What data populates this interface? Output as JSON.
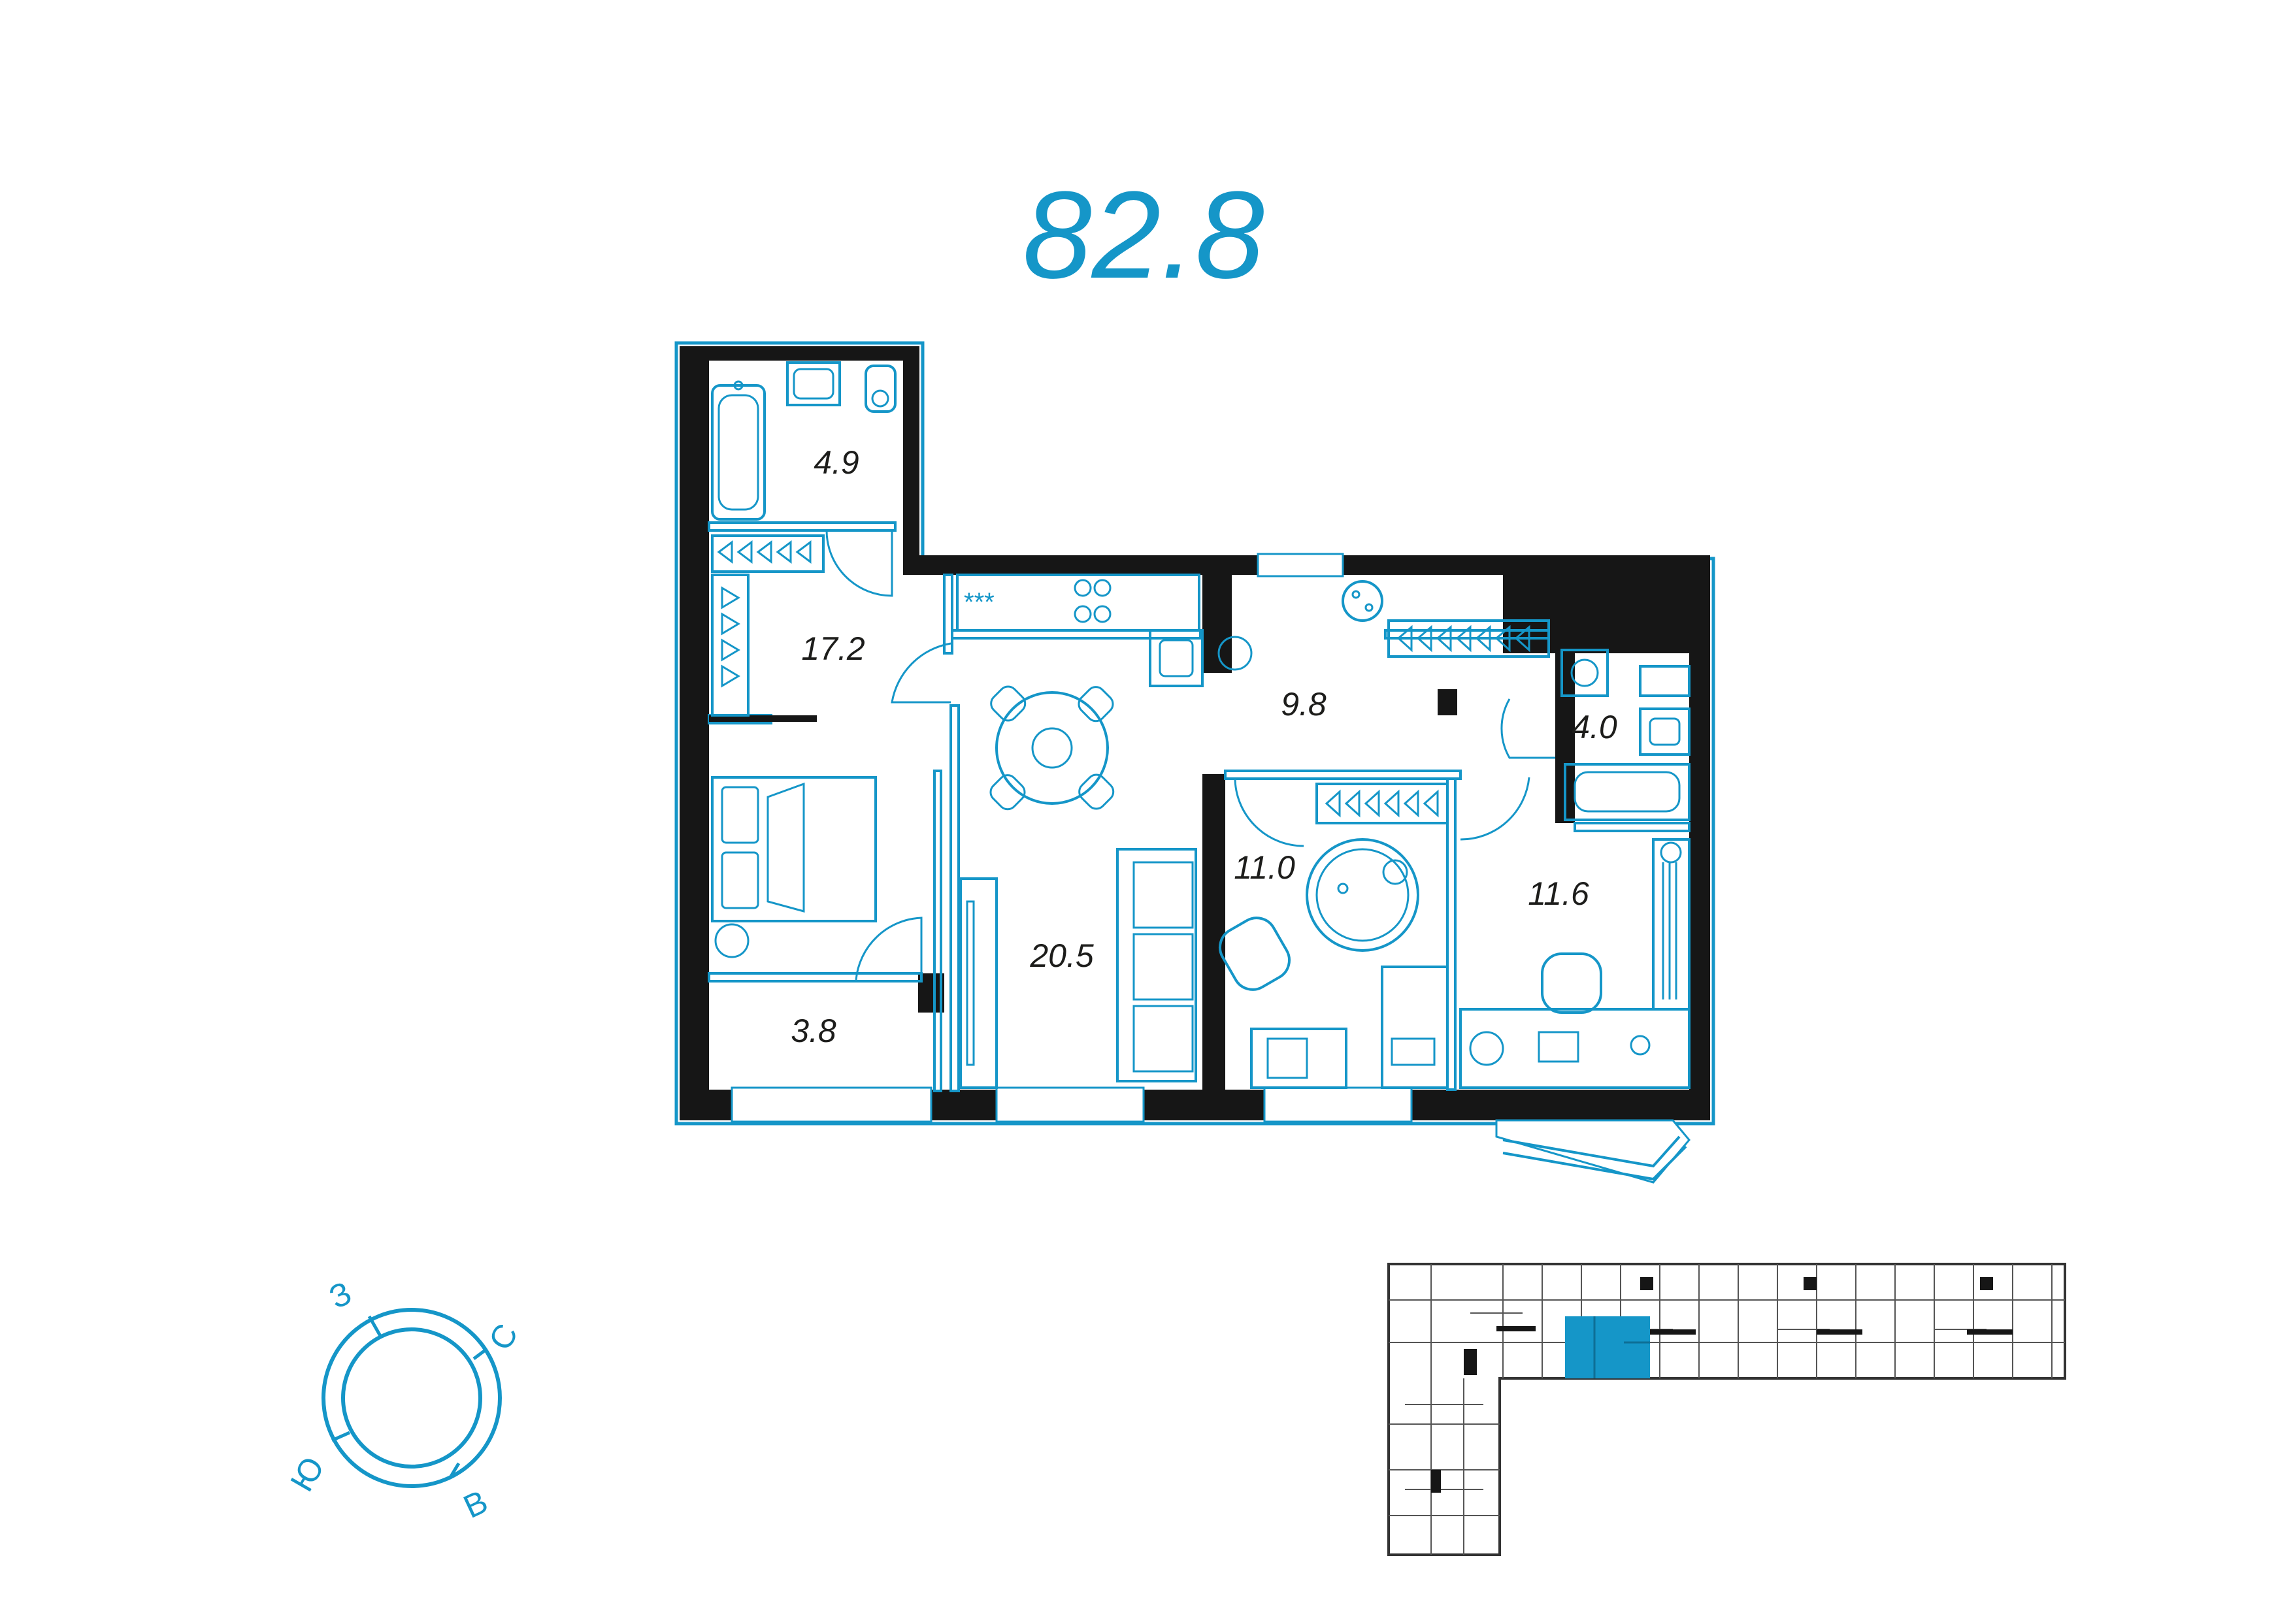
{
  "plan": {
    "total_area": "82.8",
    "rooms": [
      {
        "key": "bath_top",
        "area": "4.9"
      },
      {
        "key": "hall_left",
        "area": "17.2"
      },
      {
        "key": "wardrobe",
        "area": "3.8"
      },
      {
        "key": "living",
        "area": "20.5"
      },
      {
        "key": "hall_center",
        "area": "9.8"
      },
      {
        "key": "bath_right",
        "area": "4.0"
      },
      {
        "key": "kids_room",
        "area": "11.0"
      },
      {
        "key": "study",
        "area": "11.6"
      }
    ]
  },
  "compass": {
    "north": "С",
    "south": "Ю",
    "east": "В",
    "west": "З"
  },
  "colors": {
    "accent": "#1596c8",
    "wall": "#161616",
    "highlight": "#1596c8"
  }
}
